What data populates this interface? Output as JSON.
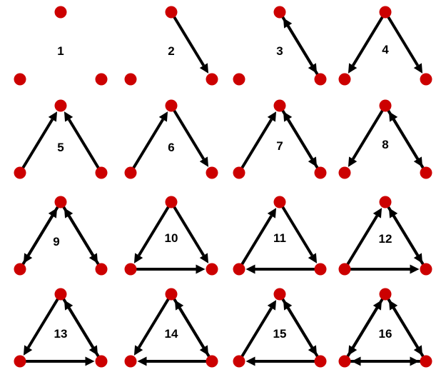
{
  "colors": {
    "node": "#cc0000",
    "edge": "#000000",
    "background": "#ffffff"
  },
  "motifs": [
    {
      "label": "1",
      "edges": []
    },
    {
      "label": "2",
      "edges": [
        [
          "T",
          "R"
        ]
      ]
    },
    {
      "label": "3",
      "edges": [
        [
          "T",
          "R"
        ],
        [
          "R",
          "T"
        ]
      ]
    },
    {
      "label": "4",
      "edges": [
        [
          "T",
          "L"
        ],
        [
          "T",
          "R"
        ]
      ]
    },
    {
      "label": "5",
      "edges": [
        [
          "L",
          "T"
        ],
        [
          "R",
          "T"
        ]
      ]
    },
    {
      "label": "6",
      "edges": [
        [
          "L",
          "T"
        ],
        [
          "T",
          "R"
        ]
      ]
    },
    {
      "label": "7",
      "edges": [
        [
          "L",
          "T"
        ],
        [
          "T",
          "R"
        ],
        [
          "R",
          "T"
        ]
      ]
    },
    {
      "label": "8",
      "edges": [
        [
          "T",
          "L"
        ],
        [
          "T",
          "R"
        ],
        [
          "R",
          "T"
        ]
      ]
    },
    {
      "label": "9",
      "edges": [
        [
          "T",
          "L"
        ],
        [
          "L",
          "T"
        ],
        [
          "T",
          "R"
        ],
        [
          "R",
          "T"
        ]
      ]
    },
    {
      "label": "10",
      "edges": [
        [
          "T",
          "L"
        ],
        [
          "T",
          "R"
        ],
        [
          "L",
          "R"
        ]
      ]
    },
    {
      "label": "11",
      "edges": [
        [
          "L",
          "T"
        ],
        [
          "T",
          "R"
        ],
        [
          "R",
          "L"
        ]
      ]
    },
    {
      "label": "12",
      "edges": [
        [
          "L",
          "T"
        ],
        [
          "T",
          "R"
        ],
        [
          "R",
          "T"
        ],
        [
          "L",
          "R"
        ]
      ]
    },
    {
      "label": "13",
      "edges": [
        [
          "T",
          "L"
        ],
        [
          "T",
          "R"
        ],
        [
          "R",
          "T"
        ],
        [
          "L",
          "R"
        ]
      ]
    },
    {
      "label": "14",
      "edges": [
        [
          "T",
          "L"
        ],
        [
          "T",
          "R"
        ],
        [
          "R",
          "T"
        ],
        [
          "R",
          "L"
        ]
      ]
    },
    {
      "label": "15",
      "edges": [
        [
          "L",
          "T"
        ],
        [
          "T",
          "R"
        ],
        [
          "R",
          "T"
        ],
        [
          "R",
          "L"
        ]
      ]
    },
    {
      "label": "16",
      "edges": [
        [
          "T",
          "L"
        ],
        [
          "L",
          "T"
        ],
        [
          "T",
          "R"
        ],
        [
          "R",
          "T"
        ],
        [
          "L",
          "R"
        ],
        [
          "R",
          "L"
        ]
      ]
    }
  ]
}
